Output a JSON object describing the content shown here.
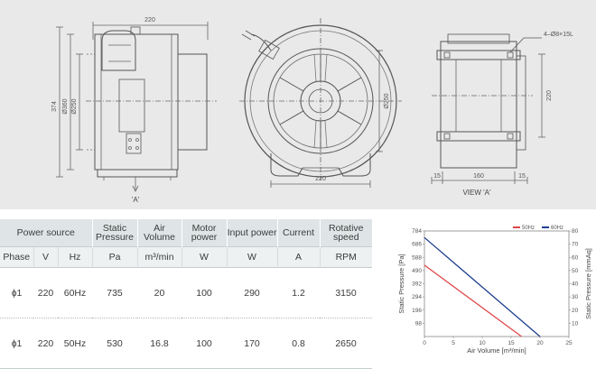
{
  "drawing": {
    "side_view": {
      "dim_width": "220",
      "dim_height_total": "374",
      "dim_outer_dia": "Ø360",
      "dim_inner_dia": "Ø250",
      "view_label": "'A'"
    },
    "front_view": {
      "dim_duct_dia": "Ø250",
      "dim_base_width": "220"
    },
    "view_a": {
      "hole_spec": "4–Ø8×15L",
      "dim_height": "220",
      "dim_left": "15",
      "dim_center": "160",
      "dim_right": "15",
      "view_label": "VIEW 'A'"
    }
  },
  "table": {
    "headers_row1": [
      {
        "text": "Power source",
        "colspan": 3
      },
      {
        "text": "Static Pressure"
      },
      {
        "text": "Air Volume"
      },
      {
        "text": "Motor power"
      },
      {
        "text": "Input power"
      },
      {
        "text": "Current"
      },
      {
        "text": "Rotative speed"
      }
    ],
    "headers_row2": [
      "Phase",
      "V",
      "Hz",
      "Pa",
      "m³/min",
      "W",
      "W",
      "A",
      "RPM"
    ],
    "rows": [
      [
        "ɸ1",
        "220",
        "60Hz",
        "735",
        "20",
        "100",
        "290",
        "1.2",
        "3150"
      ],
      [
        "ɸ1",
        "220",
        "50Hz",
        "530",
        "16.8",
        "100",
        "170",
        "0.8",
        "2650"
      ]
    ]
  },
  "chart_data": {
    "type": "line",
    "xlabel": "Air Volume [m³/min]",
    "ylabel": "Static Pressure [Pa]",
    "y2label": "Static Pressure [mmAq]",
    "xlim": [
      0,
      25
    ],
    "ylim": [
      0,
      784
    ],
    "y2lim": [
      0,
      80
    ],
    "x_ticks": [
      0,
      5,
      10,
      15,
      20,
      25
    ],
    "y_ticks": [
      98,
      196,
      294,
      392,
      490,
      588,
      686,
      784
    ],
    "y2_ticks": [
      10,
      20,
      30,
      40,
      50,
      60,
      70,
      80
    ],
    "grid": false,
    "legend_position": "top-right",
    "series": [
      {
        "name": "50Hz",
        "color": "#e0474c",
        "x": [
          0,
          16.8
        ],
        "y": [
          530,
          0
        ]
      },
      {
        "name": "60Hz",
        "color": "#1f3f8f",
        "x": [
          0,
          20
        ],
        "y": [
          735,
          0
        ]
      }
    ]
  }
}
